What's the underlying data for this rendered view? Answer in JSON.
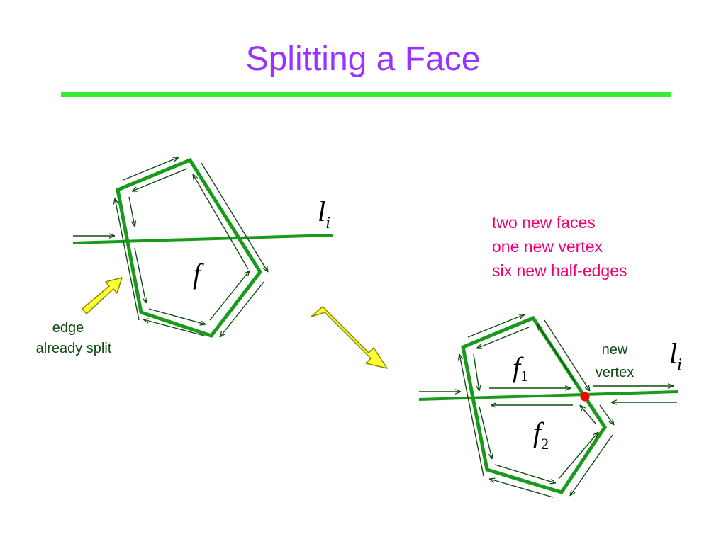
{
  "title": "Splitting a Face",
  "colors": {
    "title": "#9933ff",
    "rule": "#33ee33",
    "face_edge": "#1a9a1a",
    "half_edge": "#0f4d0f",
    "callout_text": "#ee0077",
    "arrow_fill": "#ffff33",
    "arrow_stroke": "#888800",
    "new_vertex": "#ff0000"
  },
  "left_figure": {
    "face_label": "f",
    "line_label": {
      "base": "l",
      "sub": "i"
    },
    "edge_note": [
      "edge",
      "already split"
    ]
  },
  "right_figure": {
    "face1_label": {
      "base": "f",
      "sub": "1"
    },
    "face2_label": {
      "base": "f",
      "sub": "2"
    },
    "line_label": {
      "base": "l",
      "sub": "i"
    },
    "vertex_note": [
      "new",
      "vertex"
    ]
  },
  "callout": [
    "two new faces",
    "one new vertex",
    "six new half-edges"
  ]
}
